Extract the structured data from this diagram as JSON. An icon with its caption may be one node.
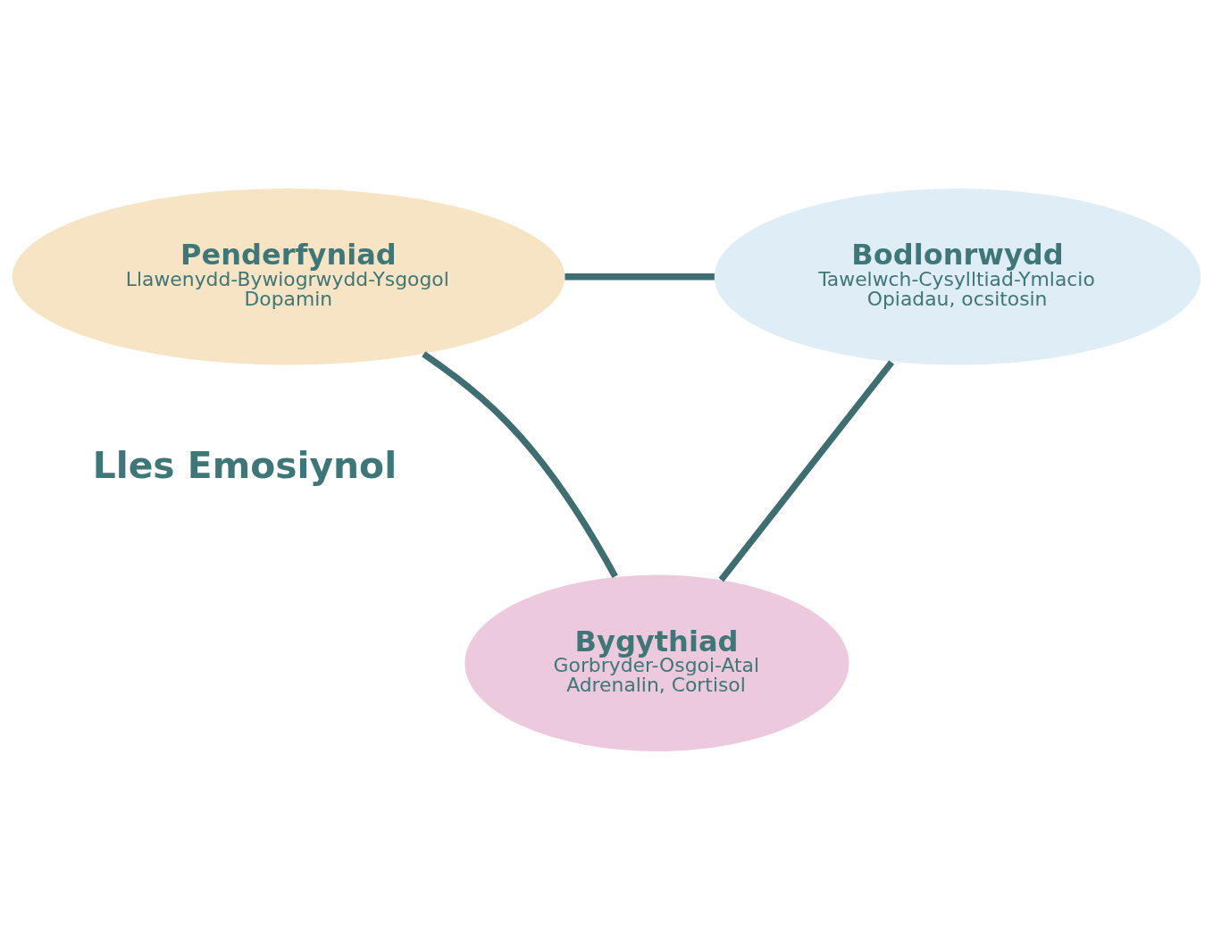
{
  "diagram": {
    "nodes": [
      {
        "text": [
          "Penderfyniad",
          "Llawenydd-Bywiogrwydd-Ysgogol",
          "Dopamin"
        ]
      },
      {
        "text": [
          "Bodlonrwydd",
          "Tawelwch-Cysylltiad-Ymlacio",
          "Opiadau, ocsitosin"
        ]
      },
      {
        "text": [
          "Bygythiad",
          "Gorbryder-Osgoi-Atal",
          "Adrenalin, Cortisol"
        ]
      }
    ],
    "edges": [
      {
        "from": 0,
        "to": 1,
        "arrow": "none"
      },
      {
        "from": 1,
        "to": 2,
        "arrow": "none"
      },
      {
        "from": 2,
        "to": 0,
        "arrow": "none"
      }
    ],
    "labels": [
      "Lles Emosiynol"
    ]
  }
}
